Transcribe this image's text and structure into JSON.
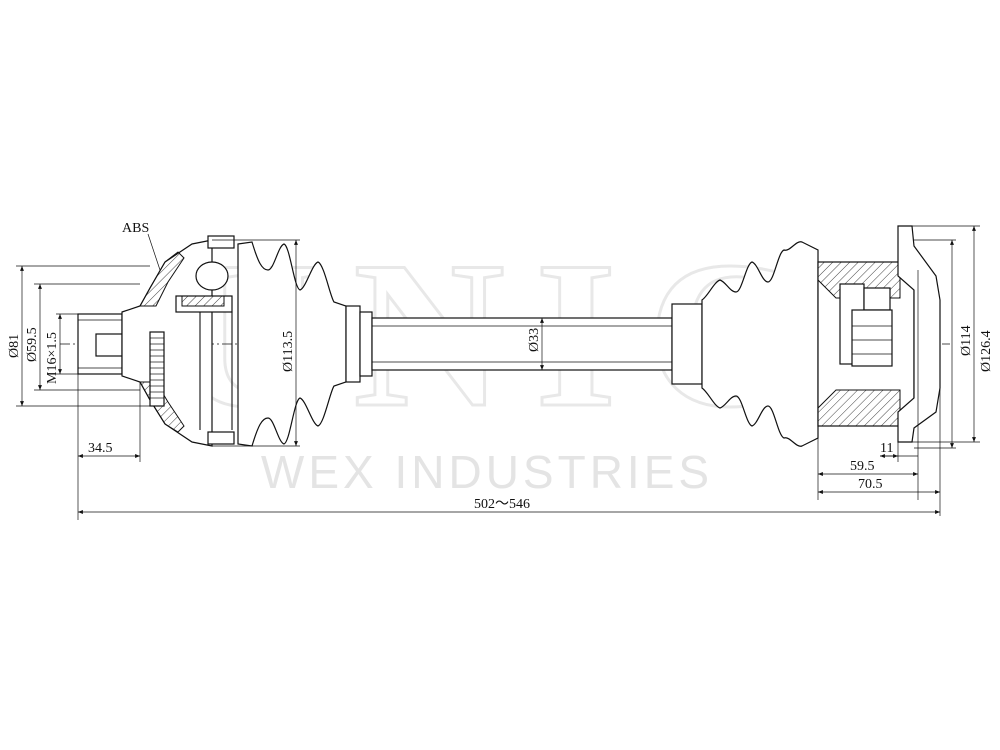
{
  "watermark": {
    "logo": "UNIC",
    "company": "WEX INDUSTRIES"
  },
  "callouts": {
    "abs": "ABS"
  },
  "dimensions": {
    "outer_joint_diameter": "Ø81",
    "hub_diameter": "Ø59.5",
    "thread": "M16×1.5",
    "boot_diameter": "Ø113.5",
    "shaft_diameter": "Ø33",
    "flange_diameter": "Ø114",
    "flange_outer_diameter": "Ø126.4",
    "stub_length": "34.5",
    "flange_offset": "11",
    "inner_joint_length": "59.5",
    "inner_joint_total": "70.5",
    "overall_length": "502～546"
  }
}
